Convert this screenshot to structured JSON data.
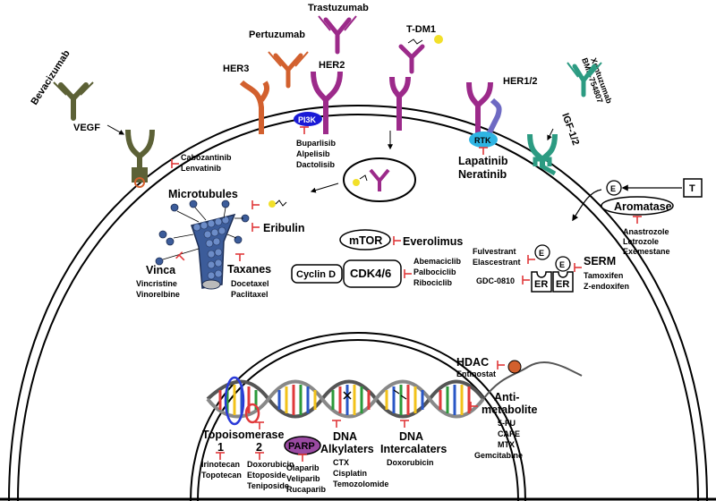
{
  "antibodies": {
    "bevacizumab": "Bevacizumab",
    "pertuzumab": "Pertuzumab",
    "trastuzumab": "Trastuzumab",
    "tdm1": "T-DM1",
    "xentuzumab": "Xentuzumab",
    "bms": "BMS-754807"
  },
  "receptors": {
    "vegf": "VEGF",
    "her3": "HER3",
    "her2": "HER2",
    "pi3k": "PI3K",
    "her12": "HER1/2",
    "rtk": "RTK",
    "igf": "IGF-1/2"
  },
  "drugs": {
    "vegf_inhibitors": [
      "Cabozantinib",
      "Lenvatinib"
    ],
    "pi3k_inhibitors": [
      "Buparlisib",
      "Alpelisib",
      "Dactolisib"
    ],
    "rtk_inhibitors": [
      "Lapatinib",
      "Neratinib"
    ],
    "microtubules": "Microtubules",
    "eribulin": "Eribulin",
    "vinca": "Vinca",
    "vinca_drugs": [
      "Vincristine",
      "Vinorelbine"
    ],
    "taxanes": "Taxanes",
    "taxane_drugs": [
      "Docetaxel",
      "Paclitaxel"
    ],
    "mtor": "mTOR",
    "everolimus": "Everolimus",
    "cyclin_d": "Cyclin D",
    "cdk46": "CDK4/6",
    "cdk_inhibitors": [
      "Abemaciclib",
      "Palbociclib",
      "Ribociclib"
    ],
    "e_symbol": "E",
    "t_symbol": "T",
    "aromatase": "Aromatase",
    "aromatase_inhibitors": [
      "Anastrozole",
      "Letrozole",
      "Exemestane"
    ],
    "serd": [
      "Fulvestrant",
      "Elascestrant"
    ],
    "gdc": "GDC-0810",
    "er": "ER",
    "serm": "SERM",
    "serm_drugs": [
      "Tamoxifen",
      "Z-endoxifen"
    ]
  },
  "nucleus": {
    "hdac": "HDAC",
    "entinostat": "Entinostat",
    "antimetabolite": [
      "Anti-",
      "metabolite"
    ],
    "antimetabolite_drugs": [
      "5-FU",
      "CAPE",
      "MTX",
      "Gemcitabine"
    ],
    "topoisomerase": "Topoisomerase",
    "topo1": "1",
    "topo2": "2",
    "topo1_drugs": [
      "Irinotecan",
      "Topotecan"
    ],
    "topo2_drugs": [
      "Doxorubicin",
      "Etoposide",
      "Teniposide"
    ],
    "parp": "PARP",
    "parp_drugs": [
      "Olaparib",
      "Veliparib",
      "Rucaparib"
    ],
    "alkylators": [
      "DNA",
      "Alkylaters"
    ],
    "alkylator_drugs": [
      "CTX",
      "Cisplatin",
      "Temozolomide"
    ],
    "intercalaters": [
      "DNA",
      "Intercalaters"
    ],
    "intercalater_drugs": [
      "Doxorubicin"
    ]
  },
  "colors": {
    "olive": "#5c6136",
    "orange": "#d2602e",
    "purple": "#9c2a8a",
    "teal": "#2c9b82",
    "violet": "#6e6ac3",
    "cyan": "#2eb4e3",
    "pi3k_blue": "#1a1ad6",
    "parp_purple": "#9a4aa2",
    "inhibit_red": "#e0393b",
    "payload_yellow": "#f2e02a"
  }
}
